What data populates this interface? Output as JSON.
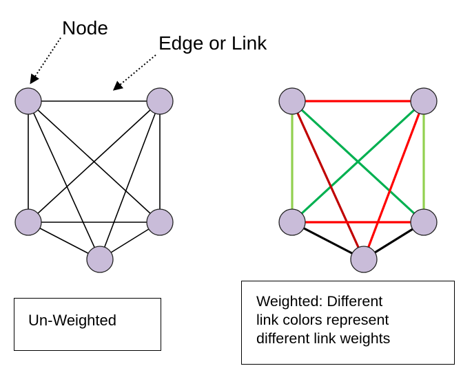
{
  "annotations": {
    "node_label": "Node",
    "edge_label": "Edge or Link"
  },
  "captions": {
    "unweighted": "Un-Weighted",
    "weighted_lines": [
      "Weighted: Different",
      "link colors represent",
      "different link weights"
    ]
  },
  "colors": {
    "node_fill": "#c9bcd9",
    "node_stroke": "#222222",
    "edge_unweighted": "#000000",
    "weight_light_green": "#92d050",
    "weight_green": "#00b050",
    "weight_red": "#ff0000",
    "weight_dark_red": "#c00000"
  },
  "graphs": {
    "unweighted": {
      "nodes": [
        "top-left",
        "top-right",
        "middle-left",
        "middle-right",
        "bottom"
      ],
      "edges": [
        {
          "from": "top-left",
          "to": "top-right"
        },
        {
          "from": "top-left",
          "to": "middle-left"
        },
        {
          "from": "top-left",
          "to": "middle-right"
        },
        {
          "from": "top-left",
          "to": "bottom"
        },
        {
          "from": "top-right",
          "to": "middle-left"
        },
        {
          "from": "top-right",
          "to": "middle-right"
        },
        {
          "from": "top-right",
          "to": "bottom"
        },
        {
          "from": "middle-left",
          "to": "middle-right"
        },
        {
          "from": "middle-left",
          "to": "bottom"
        },
        {
          "from": "middle-right",
          "to": "bottom"
        }
      ]
    },
    "weighted": {
      "nodes": [
        "top-left",
        "top-right",
        "middle-left",
        "middle-right",
        "bottom"
      ],
      "edges": [
        {
          "from": "top-left",
          "to": "top-right",
          "color": "weight_red"
        },
        {
          "from": "top-left",
          "to": "middle-left",
          "color": "weight_light_green"
        },
        {
          "from": "top-right",
          "to": "middle-right",
          "color": "weight_light_green"
        },
        {
          "from": "top-left",
          "to": "middle-right",
          "color": "weight_green"
        },
        {
          "from": "top-right",
          "to": "middle-left",
          "color": "weight_green"
        },
        {
          "from": "top-left",
          "to": "bottom",
          "color": "weight_dark_red"
        },
        {
          "from": "top-right",
          "to": "bottom",
          "color": "weight_red"
        },
        {
          "from": "middle-left",
          "to": "middle-right",
          "color": "weight_red"
        },
        {
          "from": "middle-left",
          "to": "bottom",
          "color": "edge_unweighted"
        },
        {
          "from": "middle-right",
          "to": "bottom",
          "color": "edge_unweighted"
        }
      ]
    }
  }
}
